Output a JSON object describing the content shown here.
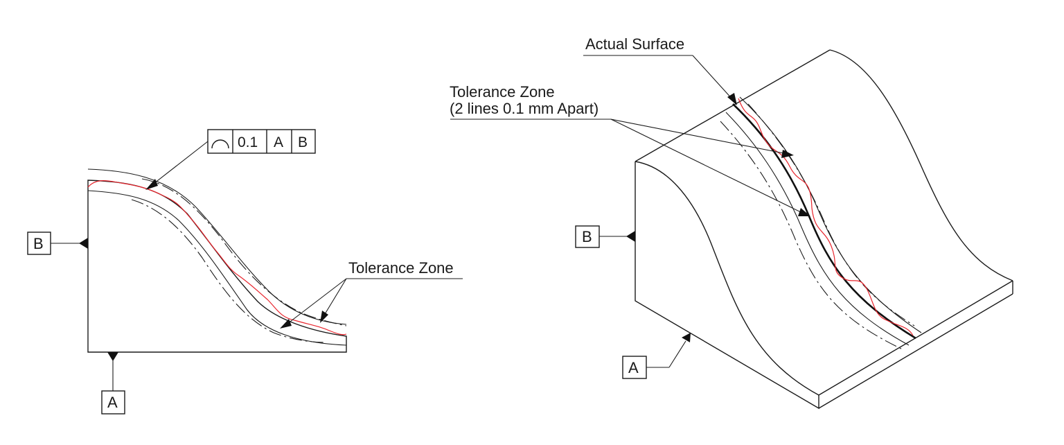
{
  "fcf": {
    "symbol": "profile-of-a-line-icon",
    "tolerance": "0.1",
    "datum_primary": "A",
    "datum_secondary": "B"
  },
  "left_view": {
    "datum_b_label": "B",
    "datum_a_label": "A",
    "tolerance_zone_label": "Tolerance Zone"
  },
  "right_view": {
    "actual_surface_label": "Actual Surface",
    "tolerance_zone_line1": "Tolerance Zone",
    "tolerance_zone_line2": "(2 lines 0.1 mm Apart)",
    "datum_b_label": "B",
    "datum_a_label": "A"
  },
  "colors": {
    "line": "#1a1a1a",
    "actual_surface": "#e8242c"
  }
}
